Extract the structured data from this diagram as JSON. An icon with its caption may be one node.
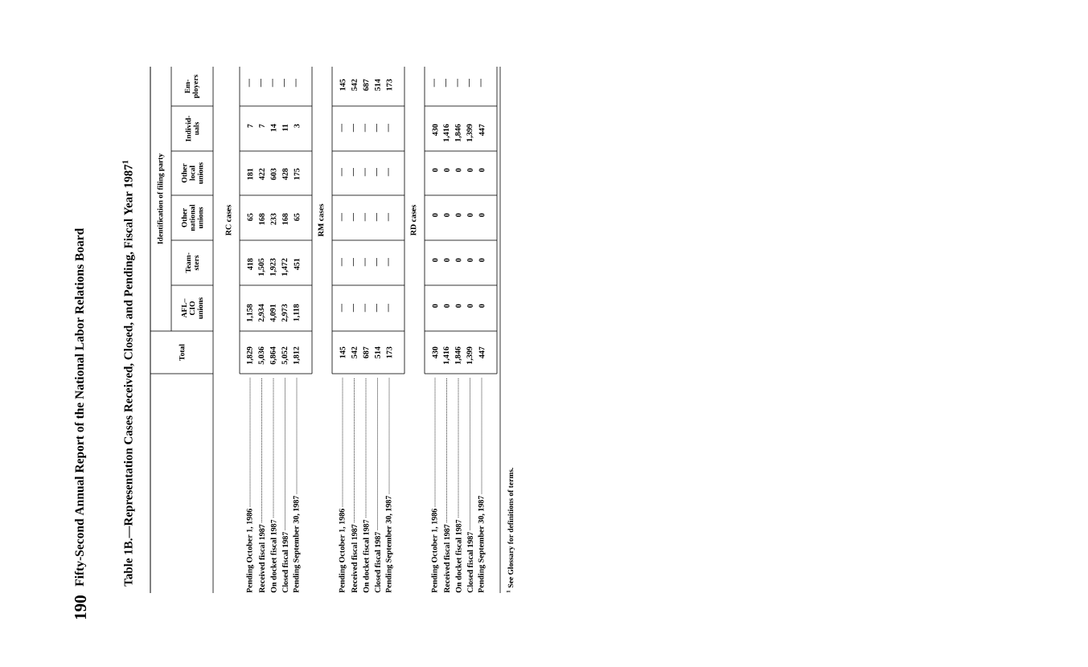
{
  "diagram": {
    "title": "Table 1B.—Representation Cases Received, Closed, and Pending, Fiscal Year 1987$^{1}$",
    "labels": [
      "190",
      "Fifty-Second Annual Report of the National Labor Relations Board",
      "Total",
      "Identification of filing party",
      "AFL– CIO unions",
      "Team- sters",
      "Other national unions",
      "Other local unions",
      "Individ- uals",
      "Em- ployers",
      "RC cases",
      "Pending October 1, 1986",
      "1,829",
      "1,158",
      "418",
      "65",
      "181",
      "7",
      "—",
      "Received fiscal 1987",
      "5,036",
      "2,934",
      "1,505",
      "168",
      "422",
      "7",
      "—",
      "On docket fiscal 1987",
      "6,864",
      "4,091",
      "1,923",
      "233",
      "603",
      "14",
      "—",
      "Closed fiscal 1987",
      "5,052",
      "2,973",
      "1,472",
      "168",
      "428",
      "11",
      "—",
      "Pending September 30, 1987",
      "1,812",
      "1,118",
      "451",
      "65",
      "175",
      "3",
      "—",
      "RM cases",
      "Pending October 1, 1986",
      "145",
      "—",
      "—",
      "—",
      "—",
      "—",
      "145",
      "Received fiscal 1987",
      "542",
      "—",
      "—",
      "—",
      "—",
      "—",
      "542",
      "On docket fiscal 1987",
      "687",
      "—",
      "—",
      "—",
      "—",
      "—",
      "687",
      "Closed fiscal 1987",
      "514",
      "—",
      "—",
      "—",
      "—",
      "—",
      "514",
      "Pending September 30, 1987",
      "173",
      "—",
      "—",
      "—",
      "—",
      "—",
      "173",
      "RD cases",
      "Pending October 1, 1986",
      "430",
      "0",
      "0",
      "0",
      "0",
      "430",
      "—",
      "Received fiscal 1987",
      "1,416",
      "0",
      "0",
      "0",
      "0",
      "1,416",
      "—",
      "On docket fiscal 1987",
      "1,846",
      "0",
      "0",
      "0",
      "0",
      "1,846",
      "—",
      "Closed fiscal 1987",
      "1,399",
      "0",
      "0",
      "0",
      "0",
      "1,399",
      "—",
      "Pending September 30, 1987",
      "447",
      "0",
      "0",
      "0",
      "0",
      "447",
      "—",
      "$^{1}$ See Glossary for definitions of terms."
    ]
  }
}
